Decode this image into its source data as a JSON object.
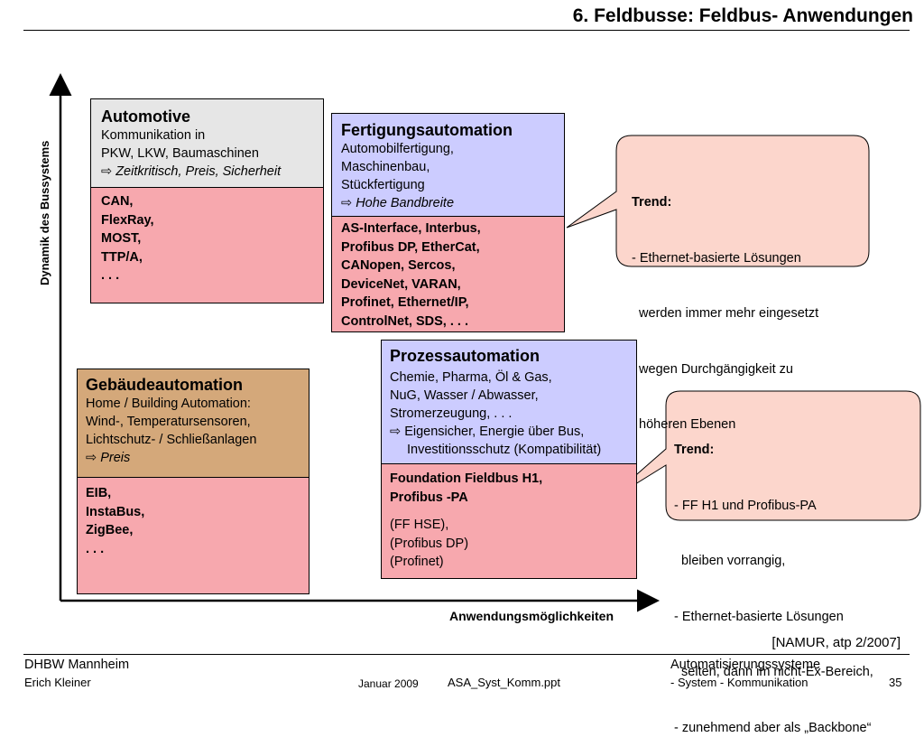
{
  "slide": {
    "title": "6. Feldbusse: Feldbus- Anwendungen",
    "citation": "[NAMUR, atp 2/2007]"
  },
  "axes": {
    "y_label": "Dynamik des Bussystems",
    "x_label": "Anwendungsmöglichkeiten"
  },
  "boxes": {
    "automotive": {
      "title": "Automotive",
      "lines": [
        "Kommunikation in",
        "PKW, LKW, Baumaschinen"
      ],
      "highlight": "Zeitkritisch, Preis, Sicherheit",
      "buses": [
        "CAN,",
        "FlexRay,",
        "MOST,",
        "TTP/A,",
        ". . ."
      ],
      "top_color": "#e6e6e6",
      "bottom_color": "#f7a8ae"
    },
    "fertigung": {
      "title": "Fertigungsautomation",
      "lines": [
        "Automobilfertigung,",
        "Maschinenbau,",
        "Stückfertigung"
      ],
      "highlight": "Hohe Bandbreite",
      "buses": [
        "AS-Interface, Interbus,",
        "Profibus DP, EtherCat,",
        "CANopen, Sercos,",
        "DeviceNet, VARAN,",
        "Profinet, Ethernet/IP,",
        "ControlNet, SDS, . . ."
      ],
      "top_color": "#ccccff",
      "bottom_color": "#f7a8ae"
    },
    "prozess": {
      "title": "Prozessautomation",
      "lines": [
        "Chemie, Pharma, Öl & Gas,",
        "NuG, Wasser / Abwasser,",
        "Stromerzeugung, . . ."
      ],
      "highlight_1": "Eigensicher, Energie über Bus,",
      "highlight_2": "Investitionsschutz (Kompatibilität)",
      "buses_bold": [
        "Foundation Fieldbus H1,",
        "Profibus -PA"
      ],
      "buses_normal": [
        "(FF HSE),",
        "(Profibus DP)",
        "(Profinet)"
      ],
      "top_color": "#ccccff",
      "bottom_color": "#f7a8ae"
    },
    "gebaeude": {
      "title": "Gebäudeautomation",
      "lines": [
        "Home / Building Automation:",
        "Wind-, Temperatursensoren,",
        "Lichtschutz- / Schließanlagen"
      ],
      "highlight": "Preis",
      "buses": [
        "EIB,",
        "InstaBus,",
        "ZigBee,",
        ". . ."
      ],
      "top_color": "#d4a87a",
      "bottom_color": "#f7a8ae"
    }
  },
  "callouts": {
    "trend1": {
      "heading": "Trend:",
      "lines": [
        "- Ethernet-basierte Lösungen",
        "  werden immer mehr eingesetzt",
        "  wegen Durchgängigkeit zu",
        "  höheren Ebenen"
      ]
    },
    "trend2": {
      "heading": "Trend:",
      "lines": [
        "- FF H1 und Profibus-PA",
        "  bleiben vorrangig,",
        "- Ethernet-basierte Lösungen",
        "  selten, dann im nicht-Ex-Bereich,",
        "- zunehmend aber als „Backbone“"
      ],
      "fill": "#fcd6cc"
    }
  },
  "footer": {
    "org": "DHBW  Mannheim",
    "author": "Erich Kleiner",
    "date": "Januar 2009",
    "file": "ASA_Syst_Komm.ppt",
    "course": "Automatisierungssysteme",
    "topic": "- System - Kommunikation",
    "page": "35"
  },
  "icons": {
    "arrow": "outline-right-arrow-icon"
  }
}
